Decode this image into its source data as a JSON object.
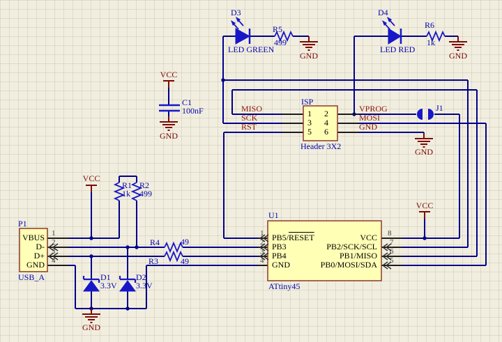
{
  "colors": {
    "background": "#f1eee0",
    "wire": "#00008b",
    "symbol": "#1717c9",
    "pin": "#1a1a1a",
    "body_fill": "#ffffb6",
    "body_border": "#8c3a2b",
    "power": "#7d0a03",
    "net_label": "#8c1505",
    "designator": "#0505a8"
  },
  "power": {
    "vcc": "VCC",
    "gnd": "GND"
  },
  "net_labels": {
    "miso": "MISO",
    "sck": "SCK",
    "rst": "RST",
    "vprog": "VPROG",
    "mosi": "MOSI",
    "gnd": "GND"
  },
  "components": {
    "d3": {
      "designator": "D3",
      "comment": "LED GREEN"
    },
    "d4": {
      "designator": "D4",
      "comment": "LED RED"
    },
    "r5": {
      "designator": "R5",
      "value": "499"
    },
    "r6": {
      "designator": "R6",
      "value": "1k"
    },
    "r1": {
      "designator": "R1",
      "value": "1k"
    },
    "r2": {
      "designator": "R2",
      "value": "499"
    },
    "r4": {
      "designator": "R4",
      "value": "49"
    },
    "r3": {
      "designator": "R3",
      "value": "49"
    },
    "c1": {
      "designator": "C1",
      "value": "100nF"
    },
    "d1": {
      "designator": "D1",
      "value": "3.3V"
    },
    "d2": {
      "designator": "D2",
      "value": "3.3V"
    },
    "j1": {
      "designator": "J1"
    },
    "isp": {
      "designator": "ISP",
      "comment": "Header 3X2",
      "pin_numbers_left": [
        "1",
        "3",
        "5"
      ],
      "pin_numbers_right": [
        "2",
        "4",
        "6"
      ]
    },
    "p1": {
      "designator": "P1",
      "comment": "USB_A",
      "pins": [
        {
          "number": "1",
          "name": "VBUS"
        },
        {
          "number": "2",
          "name": "D-"
        },
        {
          "number": "3",
          "name": "D+"
        },
        {
          "number": "4",
          "name": "GND"
        }
      ]
    },
    "u1": {
      "designator": "U1",
      "comment": "ATtiny45",
      "left_pins": [
        {
          "number": "1",
          "name": "PB5/",
          "overline": "RESET"
        },
        {
          "number": "2",
          "name": "PB3",
          "overline": ""
        },
        {
          "number": "3",
          "name": "PB4",
          "overline": ""
        },
        {
          "number": "4",
          "name": "GND",
          "overline": ""
        }
      ],
      "right_pins": [
        {
          "number": "8",
          "name": "VCC"
        },
        {
          "number": "7",
          "name": "PB2/SCK/SCL"
        },
        {
          "number": "6",
          "name": "PB1/MISO"
        },
        {
          "number": "5",
          "name": "PB0/MOSI/SDA"
        }
      ]
    }
  }
}
